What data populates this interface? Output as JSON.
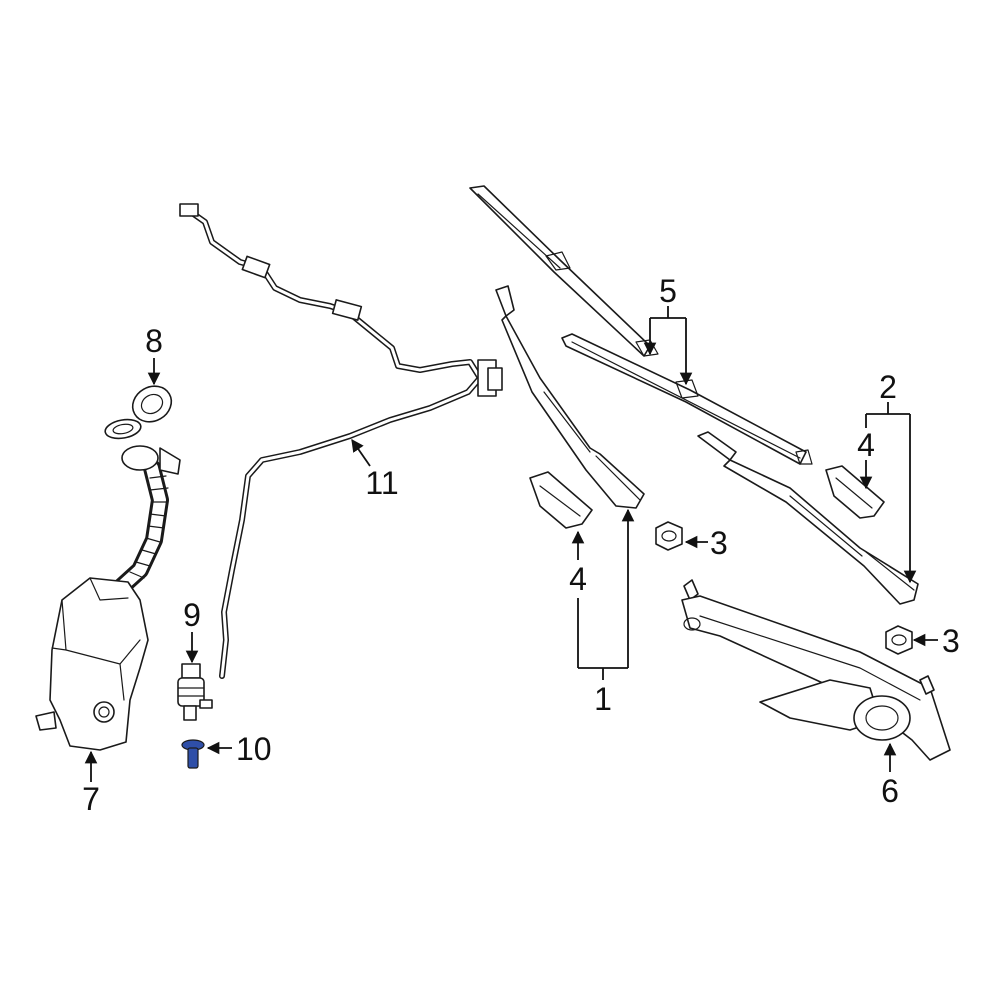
{
  "diagram": {
    "callouts": {
      "c1": "1",
      "c2": "2",
      "c3a": "3",
      "c3b": "3",
      "c4a": "4",
      "c4b": "4",
      "c5": "5",
      "c6": "6",
      "c7": "7",
      "c8": "8",
      "c9": "9",
      "c10": "10",
      "c11": "11"
    },
    "colors": {
      "line": "#1a1a1a",
      "highlight_part": "#2f4fa8"
    }
  }
}
